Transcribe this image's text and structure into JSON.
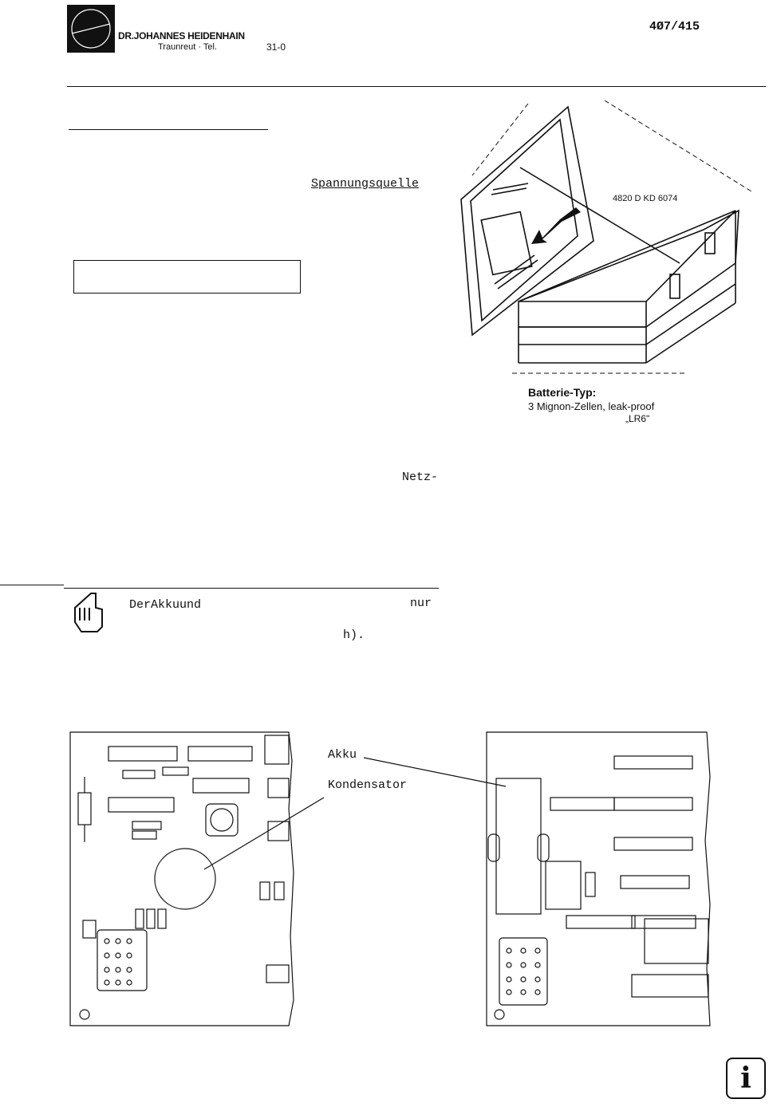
{
  "header": {
    "company": "DR.JOHANNES HEIDENHAIN",
    "city": "Traunreut · Tel.",
    "phone": "31-0",
    "doc_number": "4Ø7/415"
  },
  "body": {
    "source_word": "Spannungsquelle",
    "netz_word": "Netz-",
    "note_start": "DerAkkuund",
    "note_nur": "nur",
    "note_end": "h)."
  },
  "figure_box": {
    "part_number": "4820 D KD 6074",
    "battery_type_heading": "Batterie-Typ:",
    "battery_cells": "3 Mignon-Zellen, leak-proof",
    "battery_code": "„LR6\""
  },
  "board_labels": {
    "akku": "Akku",
    "kondensator": "Kondensator"
  },
  "info_button": {
    "glyph": "i"
  }
}
